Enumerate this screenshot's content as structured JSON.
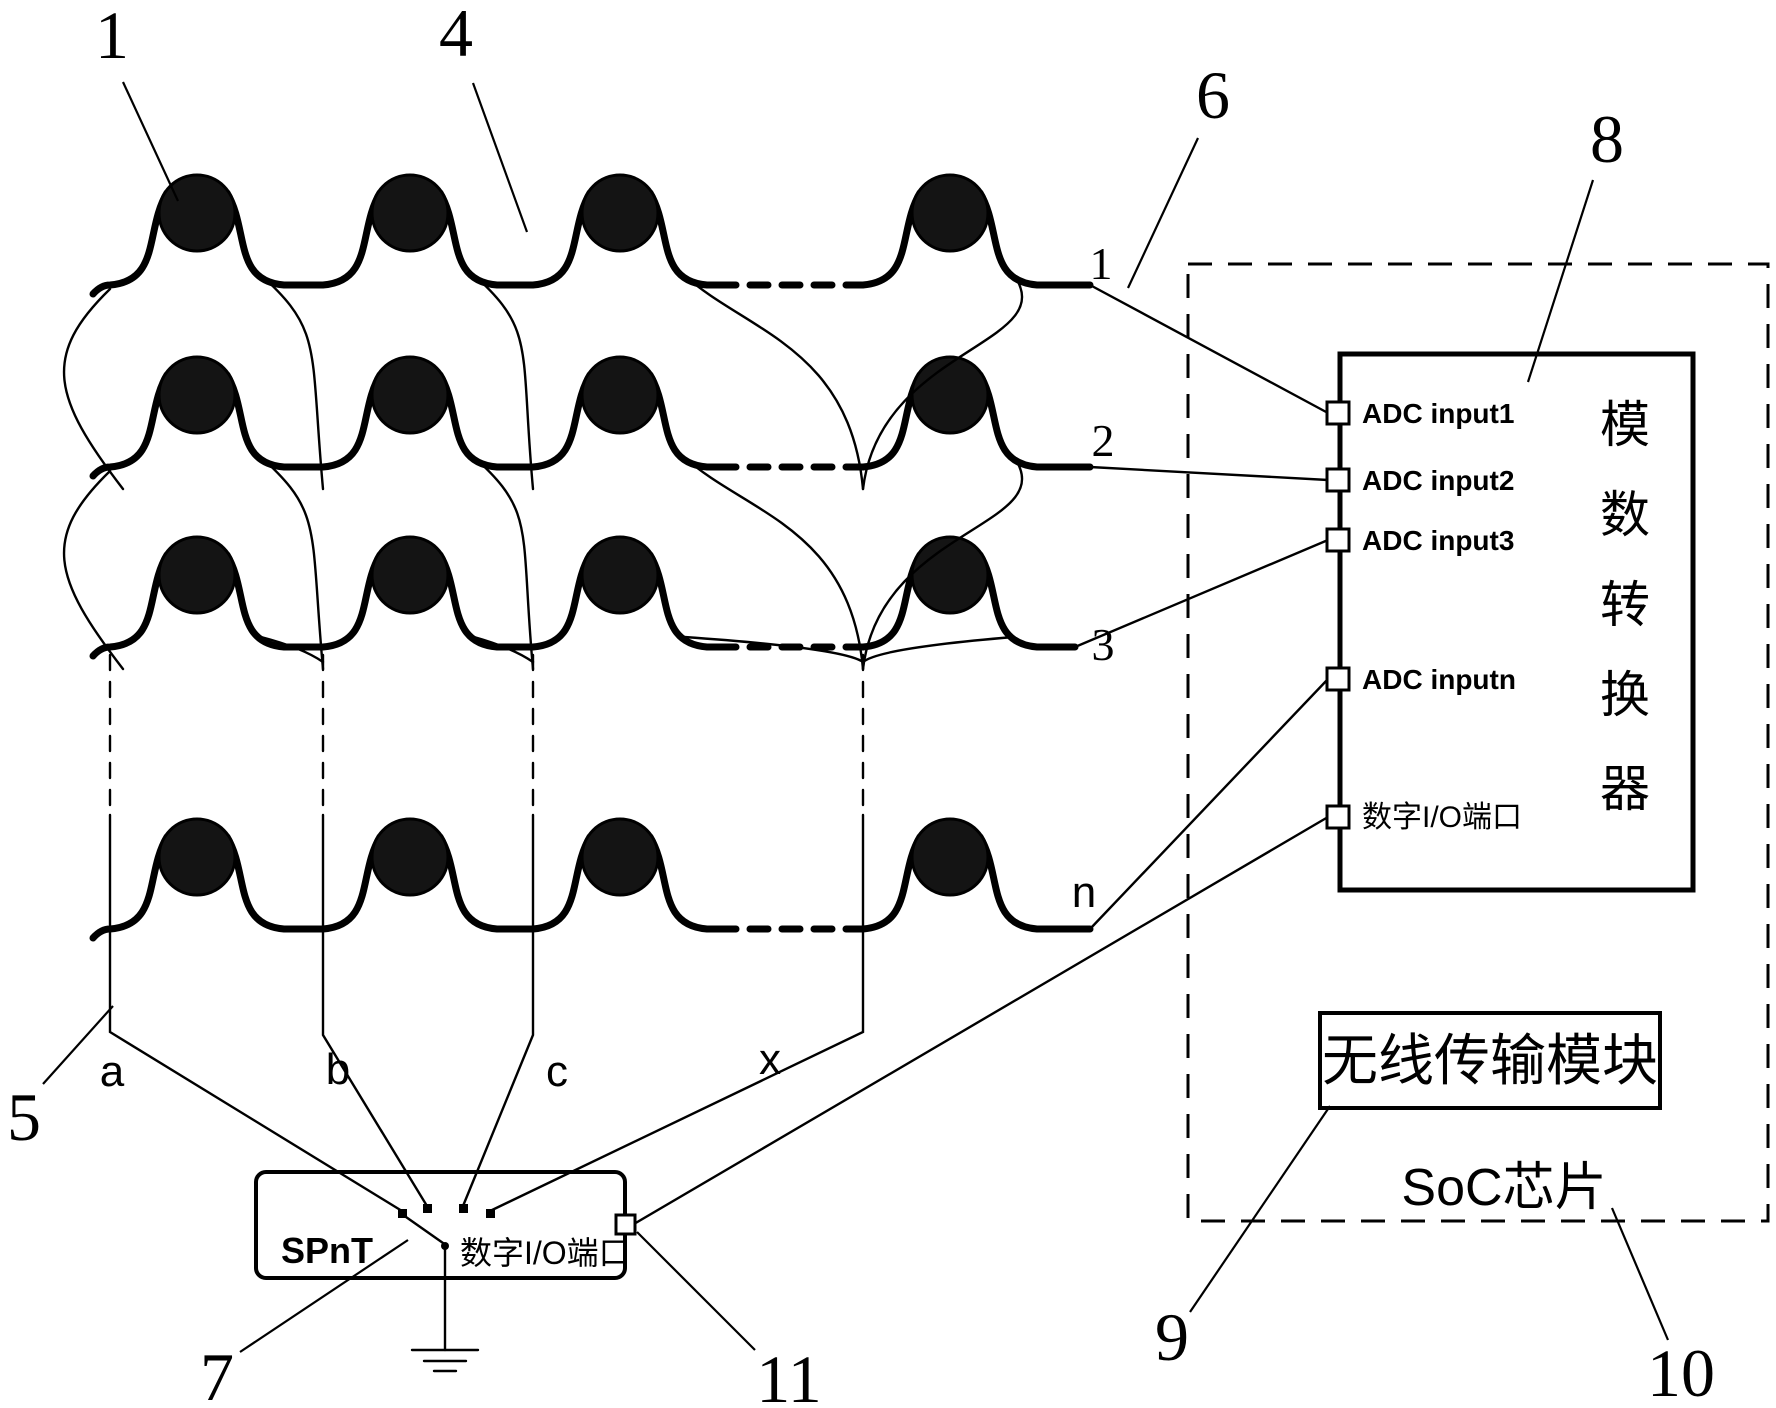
{
  "figure": {
    "colors": {
      "ink": "#000000",
      "paper": "#ffffff"
    },
    "ref_labels": {
      "sensor": "1",
      "substrate": "4",
      "column_electrode": "5",
      "output_bus": "6",
      "spnt_switch": "7",
      "adc_module": "8",
      "wireless_module": "9",
      "soc_chip": "10",
      "digital_io_port": "11"
    },
    "row_labels": [
      "1",
      "2",
      "3",
      "n"
    ],
    "col_labels": [
      "a",
      "b",
      "c",
      "x"
    ],
    "adc": {
      "title_chars": [
        "模",
        "数",
        "转",
        "换",
        "器"
      ],
      "ports": [
        "ADC input1",
        "ADC input2",
        "ADC input3",
        "ADC inputn",
        "数字I/O端口"
      ]
    },
    "wireless_label": "无线传输模块",
    "soc_label": "SoC芯片",
    "spnt": {
      "name": "SPnT",
      "io_label": "数字I/O端口"
    }
  }
}
